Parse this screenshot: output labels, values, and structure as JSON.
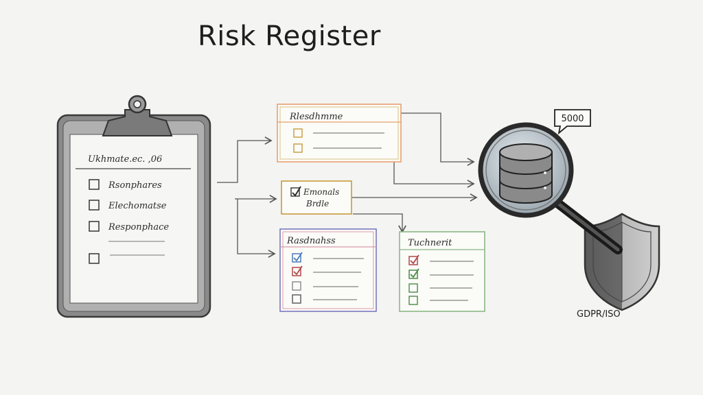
{
  "title": "Risk Register",
  "clipboard": {
    "header": "Ukhmate.ec. ,06",
    "items": [
      "Rsonphares",
      "Elechomatse",
      "Responphace"
    ]
  },
  "cards": {
    "top": {
      "title": "Rlesdhmme"
    },
    "middle": {
      "title": "Emonals",
      "subtitle": "Brdle"
    },
    "bottom_left": {
      "title": "Rasdnahss"
    },
    "bottom_right": {
      "title": "Tuchnerit"
    }
  },
  "callout": {
    "value": "5000"
  },
  "shield_label": "GDPR/ISO",
  "colors": {
    "card_top": "#e8a070",
    "card_top_inner": "#d8c080",
    "card_middle": "#c89a3c",
    "card_bottom_left": "#7a78c0",
    "card_bottom_left_inner": "#d89aa8",
    "card_bottom_right": "#8ab884",
    "check_blue": "#4a7ab8",
    "check_red": "#b04848",
    "check_green": "#4a8a44"
  }
}
